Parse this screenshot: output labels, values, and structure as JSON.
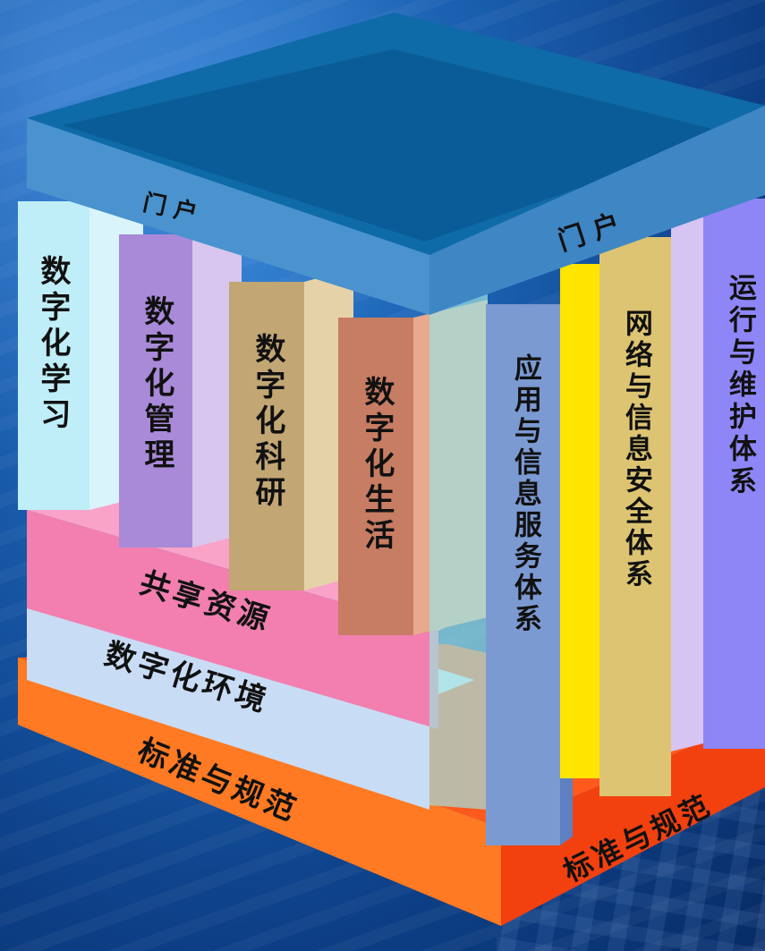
{
  "portal_top_left": "门 户",
  "portal_top_right": "门 户",
  "columns": {
    "learning": "数字化学习",
    "management": "数字化管理",
    "research": "数字化科研",
    "life": "数字化生活",
    "app_service": "应用与信息服务体系",
    "network_security": "网络与信息安全体系",
    "operation": "运行与维护体系"
  },
  "layers": {
    "shared_resources": "共享资源",
    "digital_environment": "数字化环境",
    "standards_left": "标准与规范",
    "standards_right": "标准与规范"
  }
}
